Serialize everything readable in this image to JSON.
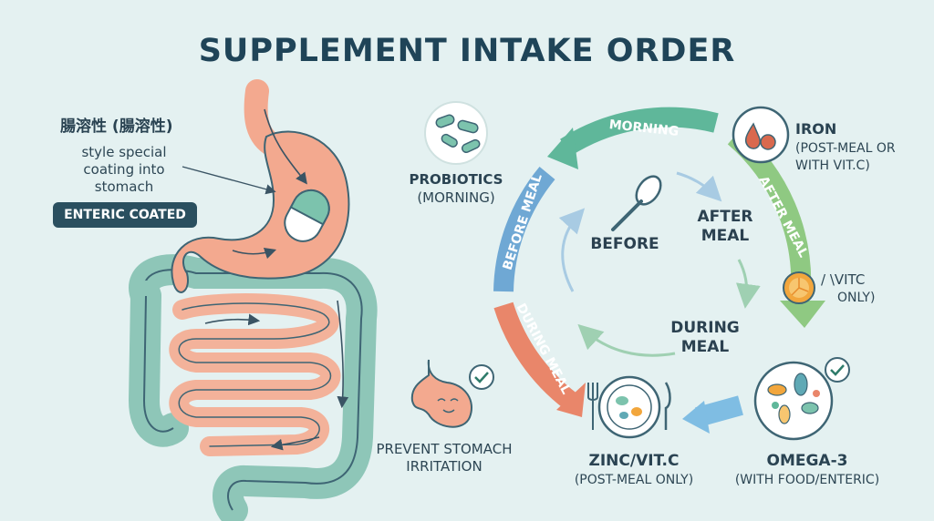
{
  "title": "SUPPLEMENT INTAKE ORDER",
  "left_panel": {
    "heading": "腸溶性 (腸溶性)",
    "description": [
      "style special",
      "coating into",
      "stomach"
    ],
    "badge": "ENTERIC COATED"
  },
  "stomach_note": [
    "PREVENT STOMACH",
    "IRRITATION"
  ],
  "cycle": {
    "arc_labels": {
      "morning": "MORNING",
      "after_meal": "AFTER MEAL",
      "before_meal": "BEFORE MEAL",
      "during_meal": "DURING MEAL"
    },
    "inner_labels": {
      "before": "BEFORE",
      "after": [
        "AFTER",
        "MEAL"
      ],
      "during": [
        "DURING",
        "MEAL"
      ]
    }
  },
  "items": {
    "probiotics": {
      "name": "PROBIOTICS",
      "detail": "(MORNING)"
    },
    "iron": {
      "name": "IRON",
      "detail": [
        "(POST-MEAL OR",
        "WITH VIT.C)"
      ]
    },
    "vitc": {
      "name": "/ \\VITC",
      "detail": "ONLY)"
    },
    "omega3": {
      "name": "OMEGA-3",
      "detail": "(WITH FOOD/ENTERIC)"
    },
    "zinc": {
      "name": "ZINC/VIT.C",
      "detail": "(POST-MEAL ONLY)"
    }
  },
  "colors": {
    "background": "#e4f1f1",
    "morning_arc": "#5fb79a",
    "after_meal_arc": "#8fc982",
    "before_meal_arc": "#6fa8d4",
    "during_meal_arc": "#e9866a",
    "stomach": "#f3a98f",
    "intestine": "#8ec6b8",
    "badge": "#2a4f5f"
  }
}
